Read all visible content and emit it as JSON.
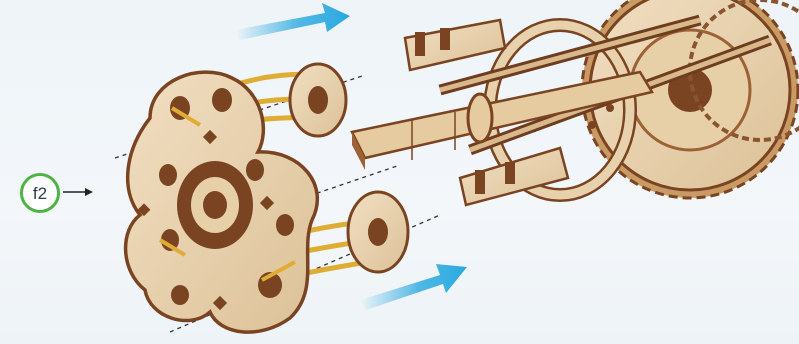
{
  "step": {
    "label": "f2"
  },
  "colors": {
    "background": "#eef4f8",
    "badge_ring": "#4db345",
    "arrow_blue": "#29a9e0",
    "wood_light": "#ead5b3",
    "wood_edge": "#7a4422",
    "rubber_band": "#e9b63c"
  },
  "icons": [
    "step-badge",
    "pointer-arrow",
    "direction-arrow",
    "assembly-guide-line"
  ]
}
